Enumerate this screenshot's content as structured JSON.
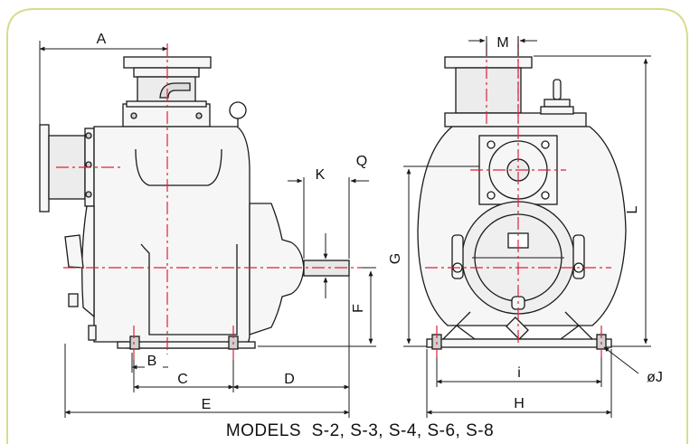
{
  "caption": "MODELS  S-2, S-3, S-4, S-6, S-8",
  "dimensions": {
    "A": "A",
    "M": "M",
    "K": "K",
    "Q": "Q",
    "L": "L",
    "G": "G",
    "F": "F",
    "B": "B",
    "C": "C",
    "D": "D",
    "E": "E",
    "i": "i",
    "H": "H",
    "J": "øJ"
  },
  "colors": {
    "border": "#d8dc8e",
    "centerline": "#e0203a",
    "line": "#1a1a1a",
    "fill": "#f6f6f6"
  }
}
